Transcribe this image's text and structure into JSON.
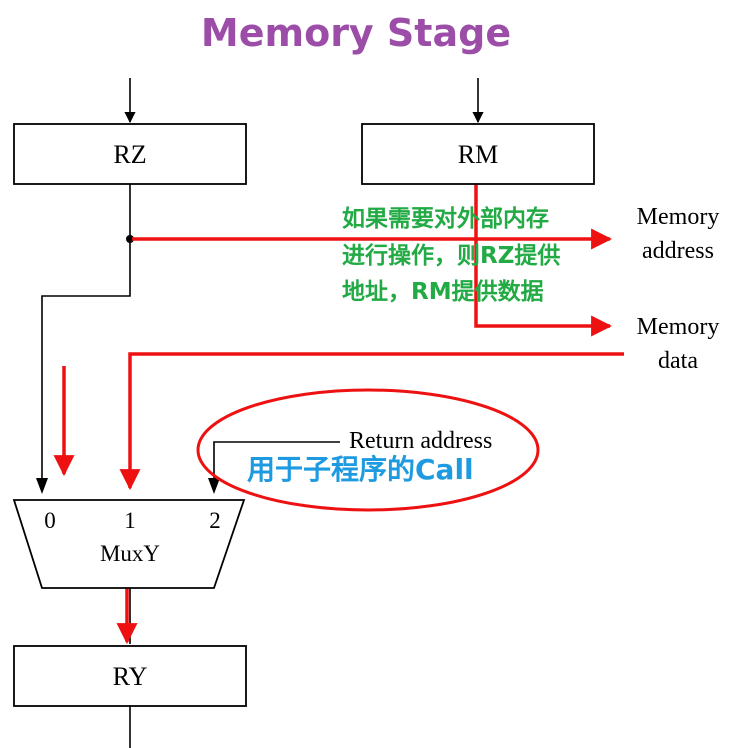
{
  "title": "Memory Stage",
  "registers": {
    "rz": "RZ",
    "rm": "RM",
    "ry": "RY"
  },
  "labels": {
    "memory_address_line1": "Memory",
    "memory_address_line2": "address",
    "memory_data_line1": "Memory",
    "memory_data_line2": "data",
    "return_address": "Return address"
  },
  "mux": {
    "name": "MuxY",
    "inputs": [
      "0",
      "1",
      "2"
    ]
  },
  "annotations": {
    "green_line1": "如果需要对外部内存",
    "green_line2": "进行操作，则RZ提供",
    "green_line3": "地址，RM提供数据",
    "blue": "用于子程序的Call"
  },
  "colors": {
    "title": "#9B4DA8",
    "wire": "#000000",
    "highlight": "#EE1111",
    "green_note": "#22AA44",
    "blue_note": "#1E9BE0"
  }
}
